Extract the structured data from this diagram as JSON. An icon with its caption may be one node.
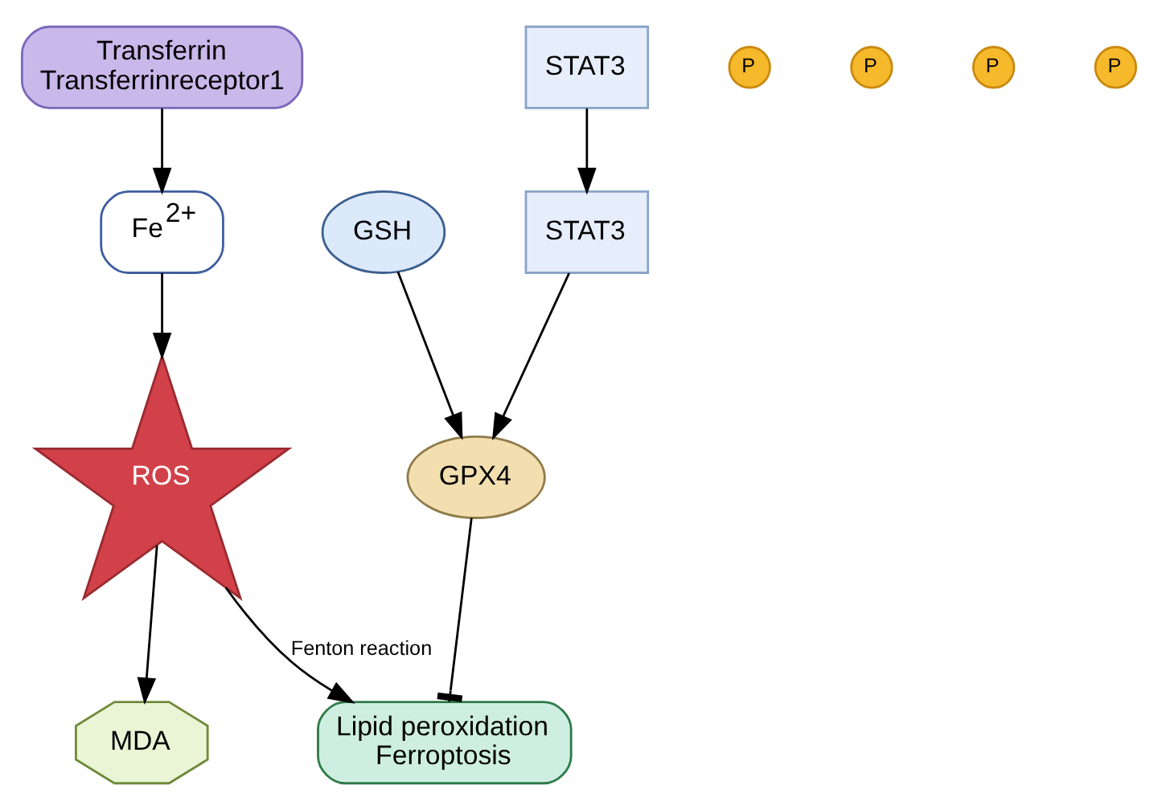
{
  "diagram": {
    "nodes": [
      {
        "text": [
          "Transferrin",
          "Transferrinreceptor1"
        ]
      },
      {
        "text": [
          "Fe$^{2+}$"
        ]
      },
      {
        "text": [
          "GSH"
        ]
      },
      {
        "text": [
          "GPX4"
        ]
      },
      {
        "text": [
          "STAT3"
        ]
      },
      {
        "text": [
          "STAT3"
        ]
      },
      {
        "text": [
          "MDA"
        ]
      },
      {
        "text": [
          "ROS"
        ]
      },
      {
        "text": [
          "Lipid peroxidation",
          "Ferroptosis"
        ]
      }
    ],
    "edges": [
      {
        "from": 0,
        "to": 1,
        "arrow": "to"
      },
      {
        "from": 1,
        "to": 7,
        "arrow": "to"
      },
      {
        "from": 7,
        "to": 6,
        "arrow": "to"
      },
      {
        "from": 7,
        "to": 8,
        "arrow": "to",
        "label": "Fenton reaction"
      },
      {
        "from": 2,
        "to": 3,
        "arrow": "to"
      },
      {
        "from": 4,
        "to": 3,
        "arrow": "to"
      },
      {
        "from": 5,
        "to": 4,
        "arrow": "to"
      },
      {
        "from": 3,
        "to": 8,
        "arrow": "other"
      }
    ],
    "labels": [
      "P",
      "P",
      "P",
      "P"
    ]
  }
}
